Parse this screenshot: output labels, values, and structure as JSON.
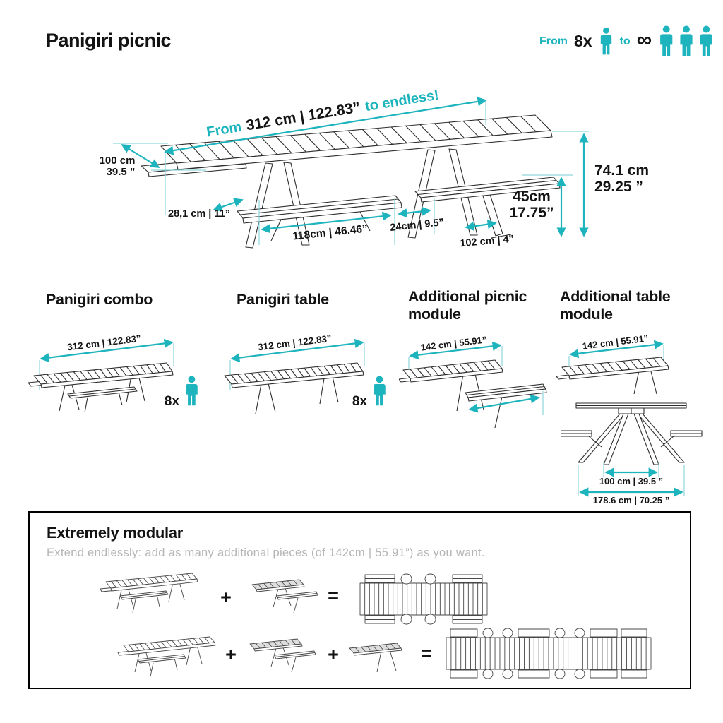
{
  "page": {
    "title": "Panigiri picnic"
  },
  "capacity": {
    "from": "From",
    "count": "8x",
    "to": "to",
    "infinity": "∞"
  },
  "colors": {
    "accent": "#1db4bd",
    "ink": "#131313",
    "muted": "#b5b5b5"
  },
  "main_diagram": {
    "length": {
      "prefix": "From",
      "value": "312 cm | 122.83”",
      "suffix": "to endless!"
    },
    "depth": {
      "cm": "100 cm",
      "in": "39.5 ”"
    },
    "bench_depth": "28,1 cm | 11”",
    "bench_length": "118cm | 46.46”",
    "bench_gap": "24cm | 9.5”",
    "foot_width": "102 cm | 4”",
    "bench_height": {
      "cm": "45cm",
      "in": "17.75”"
    },
    "table_height": {
      "cm": "74.1 cm",
      "in": "29.25 ”"
    }
  },
  "variants": {
    "combo": {
      "name": "Panigiri combo",
      "length": "312 cm | 122.83”",
      "capacity": "8x"
    },
    "table": {
      "name": "Panigiri table",
      "length": "312 cm | 122.83”",
      "capacity": "8x"
    },
    "picnic_module": {
      "name": "Additional picnic module",
      "length": "142 cm | 55.91”"
    },
    "table_module": {
      "name": "Additional table module",
      "length": "142 cm | 55.91”",
      "front_view": {
        "inner_width": "100 cm | 39.5 ”",
        "outer_width": "178.6 cm | 70.25 ”"
      }
    }
  },
  "modular": {
    "title": "Extremely modular",
    "subtitle": "Extend endlessly: add as many additional pieces (of 142cm | 55.91”) as you want.",
    "plus": "+",
    "equals": "="
  }
}
